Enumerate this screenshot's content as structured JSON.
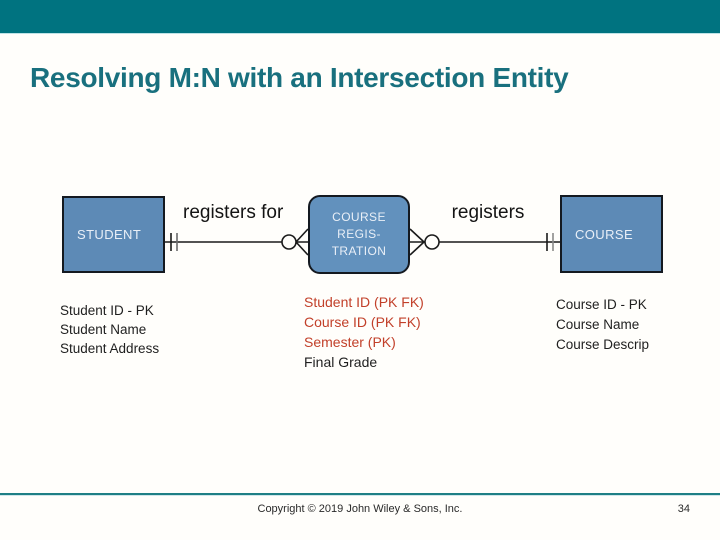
{
  "slide": {
    "title": "Resolving M:N with an Intersection Entity",
    "footer": {
      "copyright": "Copyright © 2019 John Wiley & Sons, Inc.",
      "page_number": "34"
    }
  },
  "diagram": {
    "entities": [
      {
        "name": "STUDENT",
        "attributes": [
          {
            "text": "Student ID - PK"
          },
          {
            "text": "Student Name"
          },
          {
            "text": "Student Address"
          }
        ]
      },
      {
        "name_lines": [
          "COURSE",
          "REGIS-",
          "TRATION"
        ],
        "attributes": [
          {
            "text": "Student ID (PK FK)",
            "emphasis": "red"
          },
          {
            "text": "Course ID (PK FK)",
            "emphasis": "red"
          },
          {
            "text": "Semester (PK)",
            "emphasis": "red"
          },
          {
            "text": "Final Grade",
            "emphasis": "black"
          }
        ]
      },
      {
        "name": "COURSE",
        "attributes": [
          {
            "text": "Course ID - PK"
          },
          {
            "text": "Course Name"
          },
          {
            "text": "Course Descrip"
          }
        ]
      }
    ],
    "relationships": [
      {
        "label": "registers for",
        "from": "STUDENT",
        "to": "COURSE REGISTRATION",
        "cardinality": "one-and-only-one to zero-or-many"
      },
      {
        "label": "registers",
        "from": "COURSE REGISTRATION",
        "to": "COURSE",
        "cardinality": "zero-or-many to one-and-only-one"
      }
    ],
    "colors": {
      "top_bar": "#007380",
      "title": "#19707e",
      "entity_fill": "#5d8ab6",
      "entity_border": "#141920",
      "attribute_red": "#c2402a",
      "footer_line": "#1e7f85"
    }
  }
}
